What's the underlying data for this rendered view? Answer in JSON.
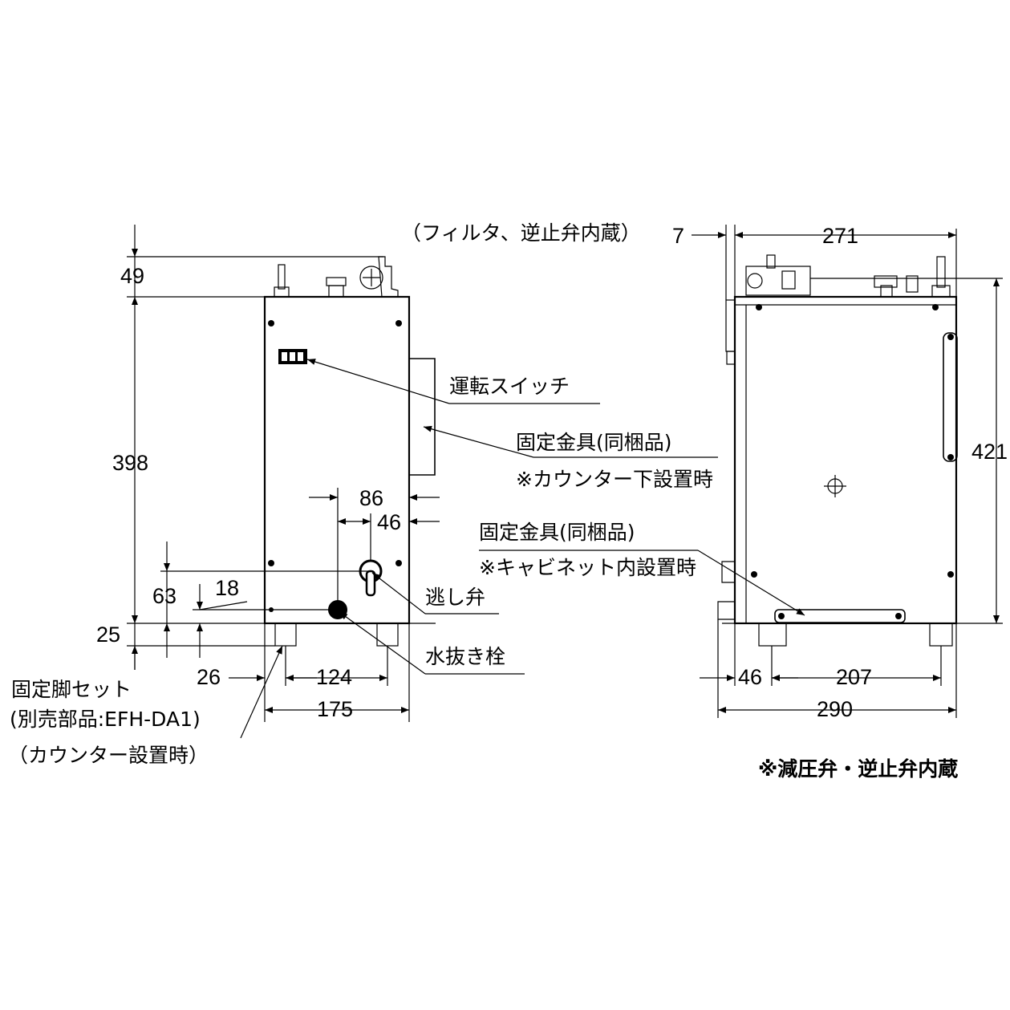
{
  "labels": {
    "filter_note": "（フィルタ、逆止弁内蔵）",
    "run_switch": "運転スイッチ",
    "bracket1_title": "固定金具(同梱品)",
    "bracket1_note": "※カウンター下設置時",
    "bracket2_title": "固定金具(同梱品)",
    "bracket2_note": "※キャビネット内設置時",
    "relief_valve": "逃し弁",
    "drain_plug": "水抜き栓",
    "leg_set_line1": "固定脚セット",
    "leg_set_line2": "(別売部品:EFH-DA1)",
    "leg_set_line3": "（カウンター設置時）",
    "footnote": "※減圧弁・逆止弁内蔵"
  },
  "dimensions": {
    "top_49": "49",
    "height_398": "398",
    "h_63": "63",
    "h_18": "18",
    "h_25": "25",
    "w_86": "86",
    "w_46_front": "46",
    "w_26": "26",
    "w_124": "124",
    "w_175": "175",
    "side_7": "7",
    "side_271": "271",
    "side_421": "421",
    "side_46": "46",
    "side_207": "207",
    "side_290": "290"
  }
}
